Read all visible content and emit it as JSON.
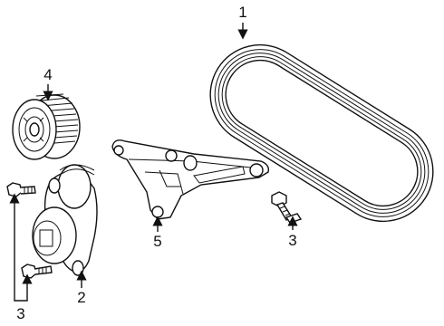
{
  "callouts": {
    "belt": "1",
    "tensioner": "2",
    "bolt_left": "3",
    "bolt_right": "3",
    "idler_pulley": "4",
    "bracket": "5"
  }
}
